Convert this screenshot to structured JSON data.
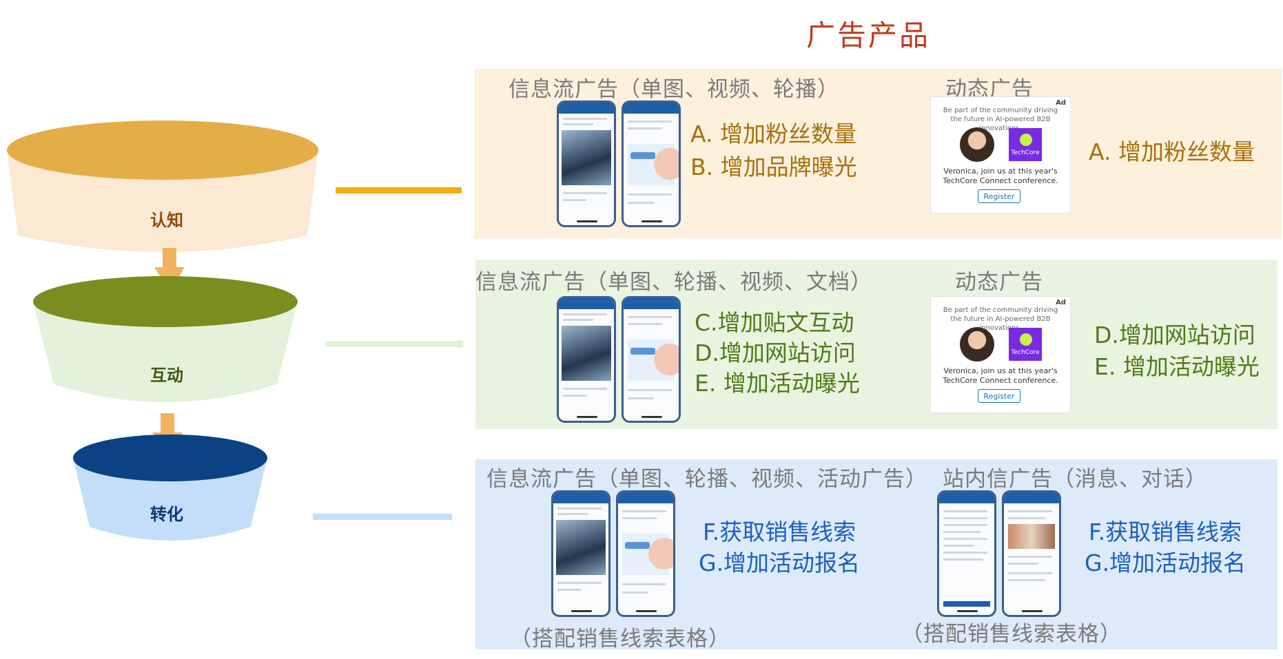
{
  "title": "广告产品",
  "funnel": {
    "stage1": "认知",
    "stage2": "互动",
    "stage3": "转化"
  },
  "awareness": {
    "left_header": "信息流广告（单图、视频、轮播）",
    "left_items": [
      "A. 增加粉丝数量",
      "B. 增加品牌曝光"
    ],
    "right_header": "动态广告",
    "right_items": [
      "A.  增加粉丝数量"
    ]
  },
  "engagement": {
    "left_header": "信息流广告（单图、轮播、视频、文档）",
    "left_items": [
      "C.增加贴文互动",
      "D.增加网站访问",
      "E.  增加活动曝光"
    ],
    "right_header": "动态广告",
    "right_items": [
      "D.增加网站访问",
      "E.  增加活动曝光"
    ]
  },
  "conversion": {
    "left_header": "信息流广告（单图、轮播、视频、活动广告）",
    "left_items": [
      "F.获取销售线索",
      "G.增加活动报名"
    ],
    "left_footer": "（搭配销售线索表格）",
    "right_header": "站内信广告（消息、对话）",
    "right_items": [
      "F.获取销售线索",
      "G.增加活动报名"
    ],
    "right_footer": "（搭配销售线索表格）"
  },
  "ad_card": {
    "ad_label": "Ad",
    "headline": "Be part of the community driving the future in AI-powered B2B innovations.",
    "brand": "TechCore",
    "message": "Veronica, join us at this year's TechCore Connect conference.",
    "button": "Register"
  },
  "colors": {
    "title": "#c23a1e",
    "stage1_top": "#e3ae46",
    "stage1_body": "#fbe9d3",
    "stage2_top": "#7b8d1e",
    "stage2_body": "#e4f2dc",
    "stage3_top": "#0a4283",
    "stage3_body": "#c4defa",
    "panel1": "#fdf0dc",
    "panel2": "#e8f4e0",
    "panel3": "#dceaf9"
  },
  "icons": [
    "arrow-down-icon",
    "phone-mockup-icon",
    "ad-card-icon"
  ]
}
